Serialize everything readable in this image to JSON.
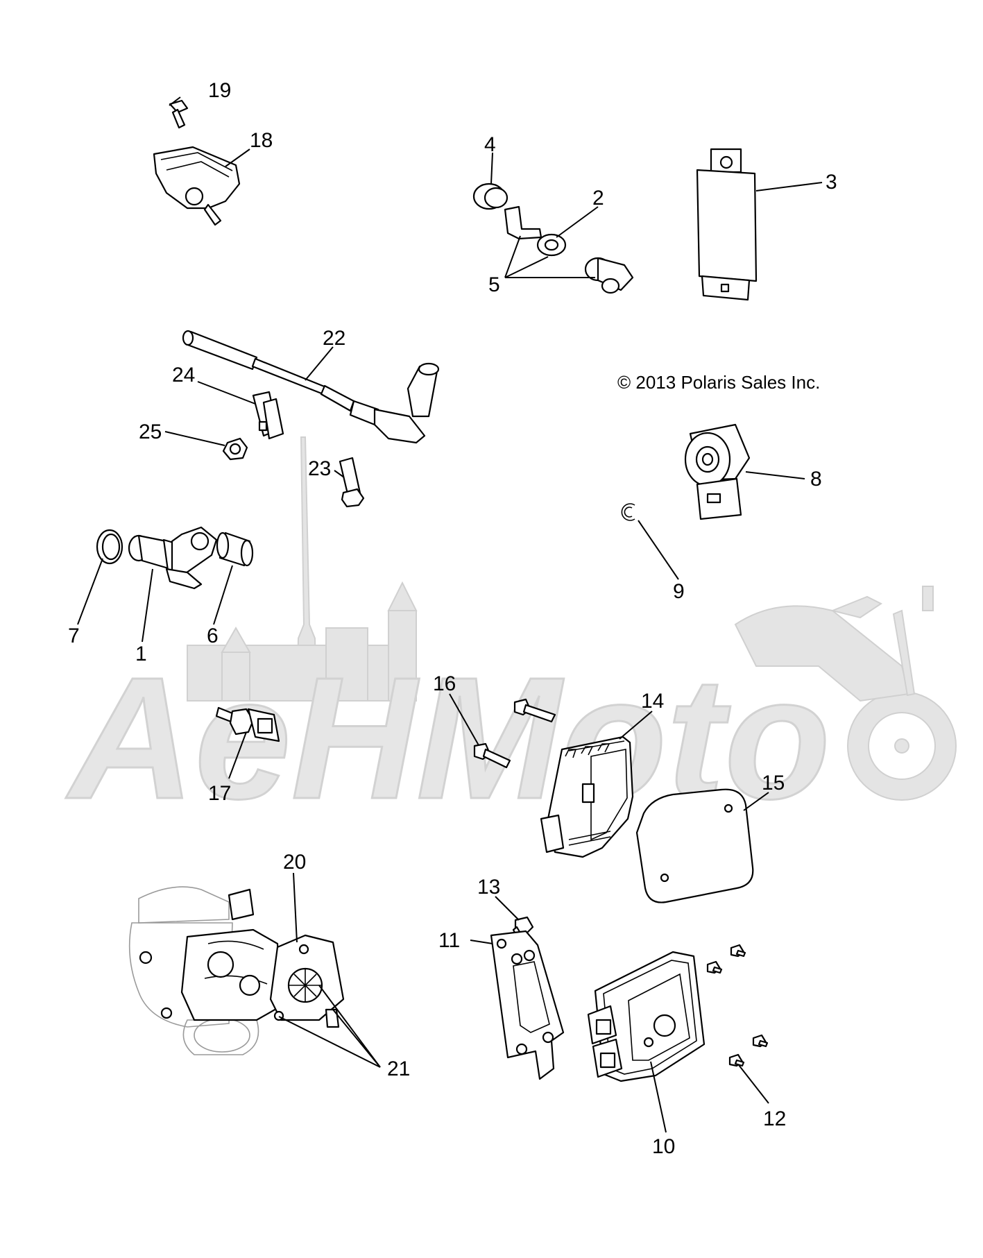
{
  "copyright": "© 2013 Polaris Sales Inc.",
  "watermark_text": "AeHMoto",
  "callouts": {
    "c1": "1",
    "c2": "2",
    "c3": "3",
    "c4": "4",
    "c5": "5",
    "c6": "6",
    "c7": "7",
    "c8": "8",
    "c9": "9",
    "c10": "10",
    "c11": "11",
    "c12": "12",
    "c13": "13",
    "c14": "14",
    "c15": "15",
    "c16": "16",
    "c17": "17",
    "c18": "18",
    "c19": "19",
    "c20": "20",
    "c21": "21",
    "c22": "22",
    "c23": "23",
    "c24": "24",
    "c25": "25"
  },
  "colors": {
    "line": "#000000",
    "watermark": "#e4e4e4",
    "background": "#ffffff"
  }
}
